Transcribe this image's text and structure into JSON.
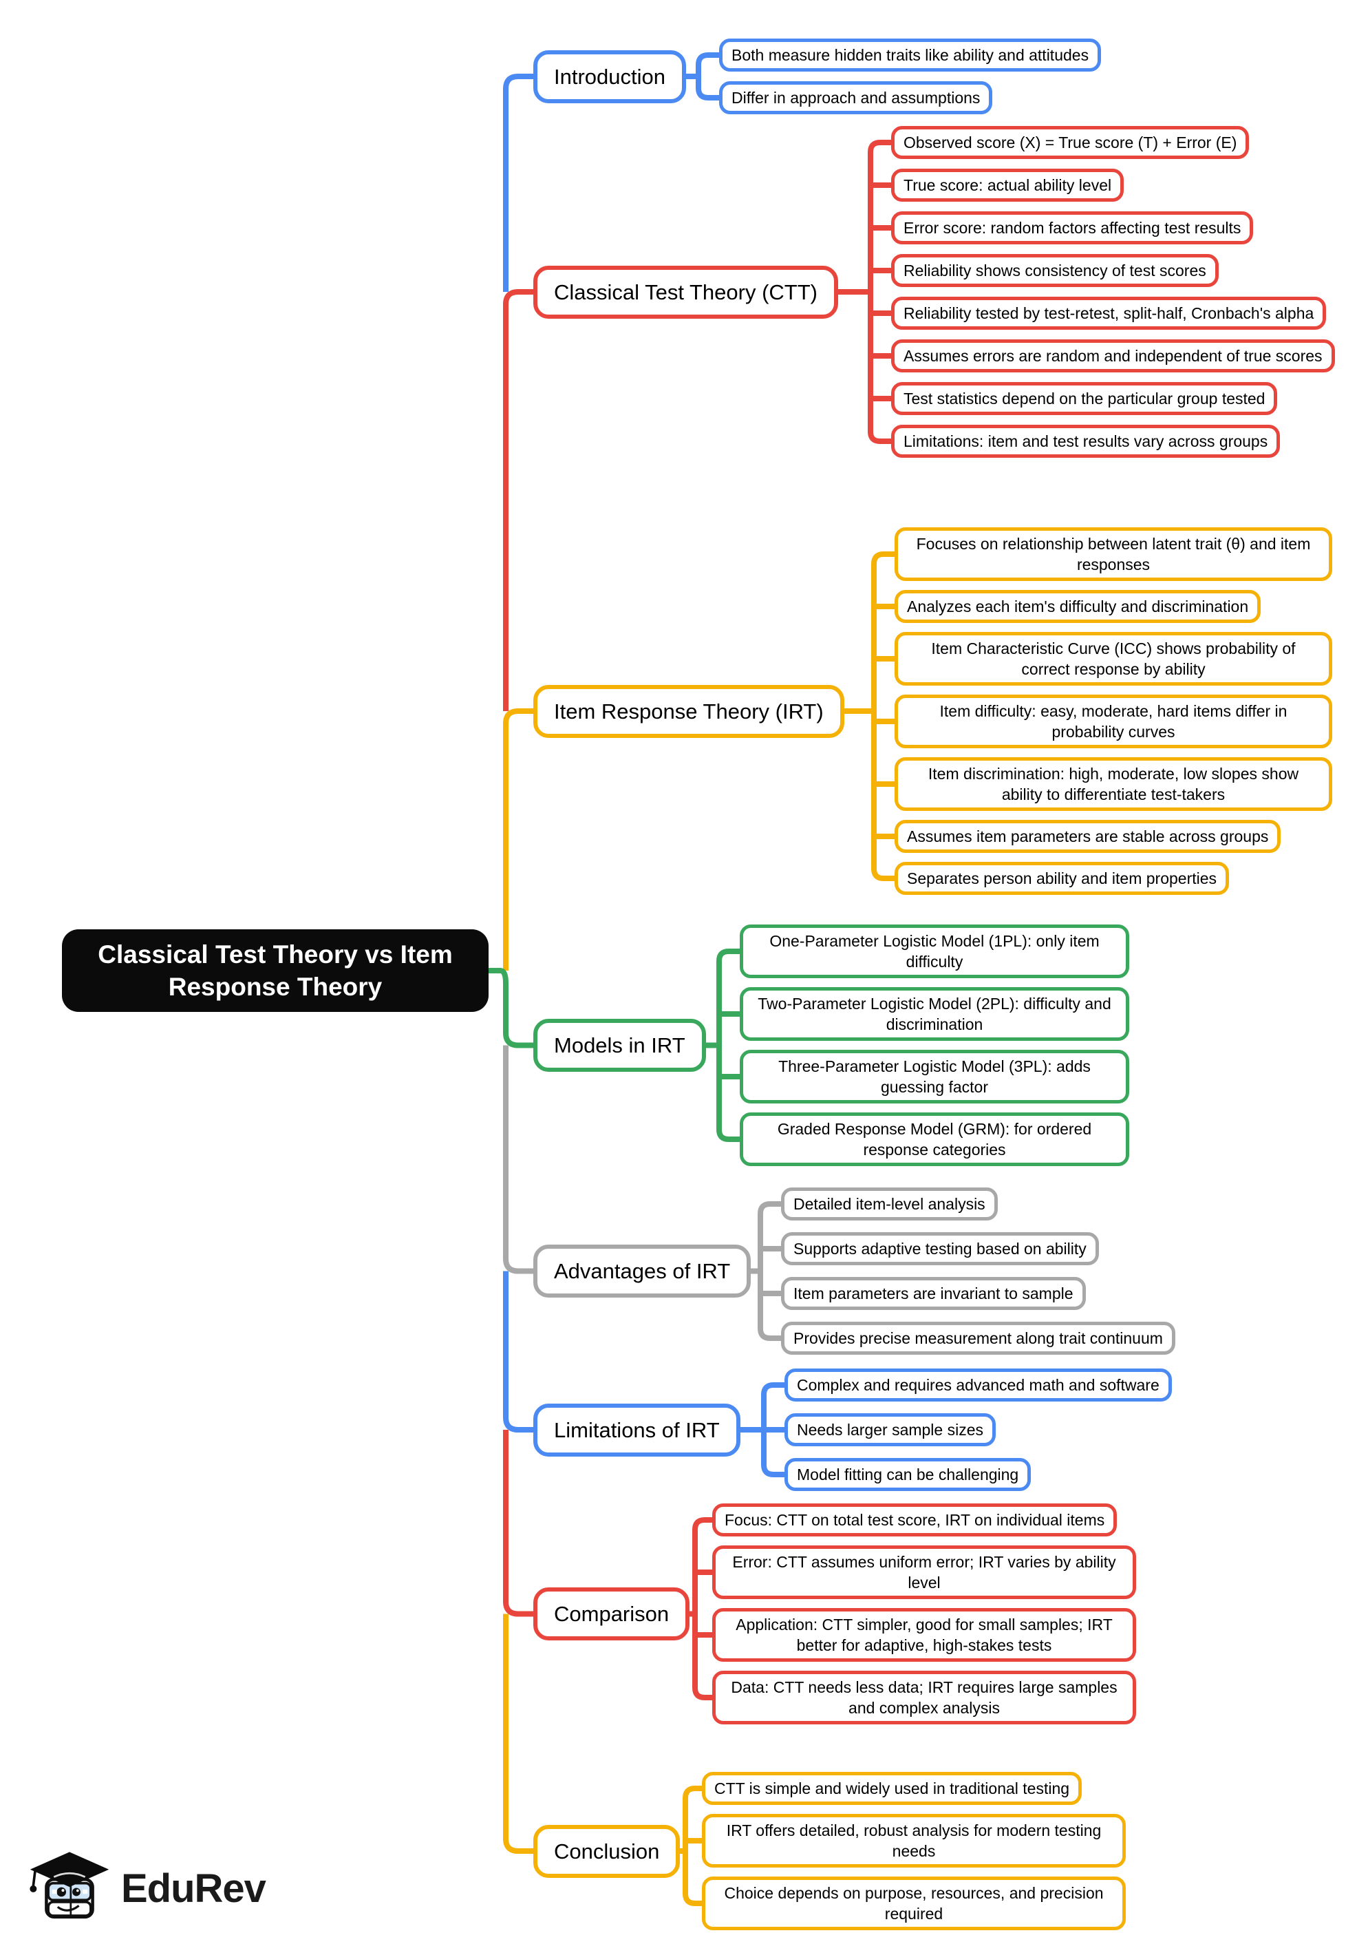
{
  "page": {
    "background": "#ffffff"
  },
  "mindmap": {
    "root": {
      "title": "Classical Test Theory vs Item Response Theory",
      "bg_color": "#0b0b0b",
      "text_color": "#ffffff"
    },
    "palette": {
      "blue": "#4b8af2",
      "red": "#e8463c",
      "yellow": "#f6b107",
      "green": "#3aa85c",
      "gray": "#a8a8a8"
    },
    "branches": [
      {
        "label": "Introduction",
        "color": "#4b8af2",
        "leaves": [
          "Both measure hidden traits like ability and attitudes",
          "Differ in approach and assumptions"
        ]
      },
      {
        "label": "Classical Test Theory (CTT)",
        "color": "#e8463c",
        "leaves": [
          "Observed score (X) = True score (T) + Error (E)",
          "True score: actual ability level",
          "Error score: random factors affecting test results",
          "Reliability shows consistency of test scores",
          "Reliability tested by test-retest, split-half, Cronbach's alpha",
          "Assumes errors are random and independent of true scores",
          "Test statistics depend on the particular group tested",
          "Limitations: item and test results vary across groups"
        ]
      },
      {
        "label": "Item Response Theory (IRT)",
        "color": "#f6b107",
        "leaves": [
          "Focuses on relationship between latent trait (θ) and item responses",
          "Analyzes each item's difficulty and discrimination",
          "Item Characteristic Curve (ICC) shows probability of correct response by ability",
          "Item difficulty: easy, moderate, hard items differ in probability curves",
          "Item discrimination: high, moderate, low slopes show ability to differentiate test-takers",
          "Assumes item parameters are stable across groups",
          "Separates person ability and item properties"
        ]
      },
      {
        "label": "Models in IRT",
        "color": "#3aa85c",
        "leaves": [
          "One-Parameter Logistic Model (1PL): only item difficulty",
          "Two-Parameter Logistic Model (2PL): difficulty and discrimination",
          "Three-Parameter Logistic Model (3PL): adds guessing factor",
          "Graded Response Model (GRM): for ordered response categories"
        ]
      },
      {
        "label": "Advantages of IRT",
        "color": "#a8a8a8",
        "leaves": [
          "Detailed item-level analysis",
          "Supports adaptive testing based on ability",
          "Item parameters are invariant to sample",
          "Provides precise measurement along trait continuum"
        ]
      },
      {
        "label": "Limitations of IRT",
        "color": "#4b8af2",
        "leaves": [
          "Complex and requires advanced math and software",
          "Needs larger sample sizes",
          "Model fitting can be challenging"
        ]
      },
      {
        "label": "Comparison",
        "color": "#e8463c",
        "leaves": [
          "Focus: CTT on total test score, IRT on individual items",
          "Error: CTT assumes uniform error; IRT varies by ability level",
          "Application: CTT simpler, good for small samples; IRT better for adaptive, high-stakes tests",
          "Data: CTT needs less data; IRT requires large samples and complex analysis"
        ]
      },
      {
        "label": "Conclusion",
        "color": "#f6b107",
        "leaves": [
          "CTT is simple and widely used in traditional testing",
          "IRT offers detailed, robust analysis for modern testing needs",
          "Choice depends on purpose, resources, and precision required"
        ]
      }
    ]
  },
  "footer": {
    "logo_text": "EduRev"
  }
}
